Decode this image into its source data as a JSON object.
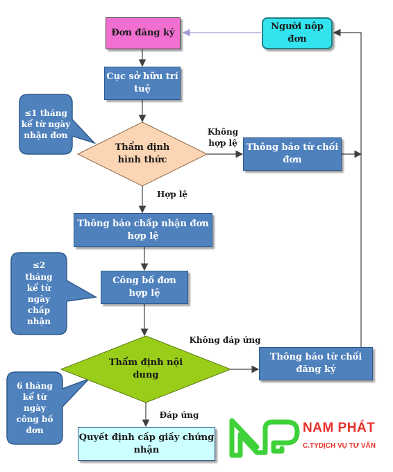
{
  "nodes": {
    "don_dang_ky": "Đơn đăng ký",
    "nguoi_nop_don": "Người nộp\nđơn",
    "cuc_so_huu_tri_tue": "Cục sở hữu trí\ntuệ",
    "tham_dinh_hinh_thuc": "Thẩm định\nhình thức",
    "thong_bao_tu_choi_don": "Thông báo từ chối\nđơn",
    "thong_bao_chap_nhan": "Thông báo chấp nhận đơn\nhợp lệ",
    "cong_bo_don": "Công bố đơn\nhợp lệ",
    "tham_dinh_noi_dung": "Thẩm định nội\ndung",
    "thong_bao_tu_choi_dang_ky": "Thông báo từ chối\nđăng ký",
    "quyet_dinh_cap": "Quyết định cấp giấy chứng\nnhận"
  },
  "edge_labels": {
    "khong_hop_le": "Không\nhợp lệ",
    "hop_le": "Hợp lệ",
    "khong_dap_ung": "Không đáp ứng",
    "dap_ung": "Đáp ứng"
  },
  "callouts": {
    "c1": "≤1 tháng\nkể từ ngày\nnhận đơn",
    "c2": "≤2\ntháng\nkể từ\nngày\nchấp\nnhận",
    "c3": "6 tháng\nkể từ\nngày\ncông bố\nđơn"
  },
  "logo": {
    "name": "NAM PHÁT",
    "tagline": "C.TYDỊCH VỤ TƯ VẤN",
    "name_color": "#e8322b",
    "mark_color": "#3fd13a"
  },
  "colors": {
    "box_blue": "#4f81bd",
    "diamond_orange": "#fcd5b4",
    "diamond_green": "#9acd1a",
    "start_pink": "#f06fd0",
    "applicant_cyan": "#33e3ee",
    "end_lightcyan": "#ccffff"
  }
}
